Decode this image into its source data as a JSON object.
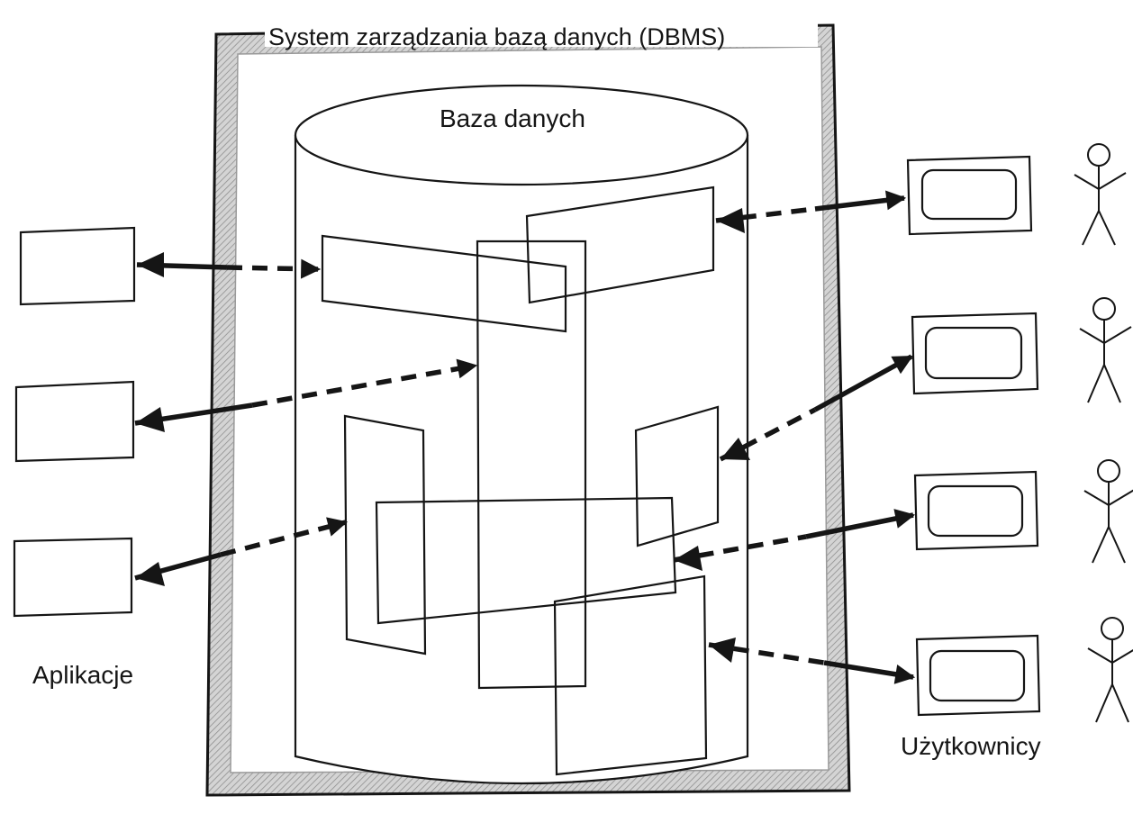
{
  "diagram": {
    "dbms_label": "System zarządzania bazą danych (DBMS)",
    "database_label": "Baza danych",
    "applications_label": "Aplikacje",
    "users_label": "Użytkownicy",
    "applications_count": 3,
    "users_count": 4
  },
  "colors": {
    "ink": "#151515",
    "frame_hatch": "#b5b5b5",
    "background": "#ffffff"
  },
  "icons": {
    "user": "stick-figure-icon",
    "terminal": "monitor-icon",
    "application": "rectangle-box"
  }
}
